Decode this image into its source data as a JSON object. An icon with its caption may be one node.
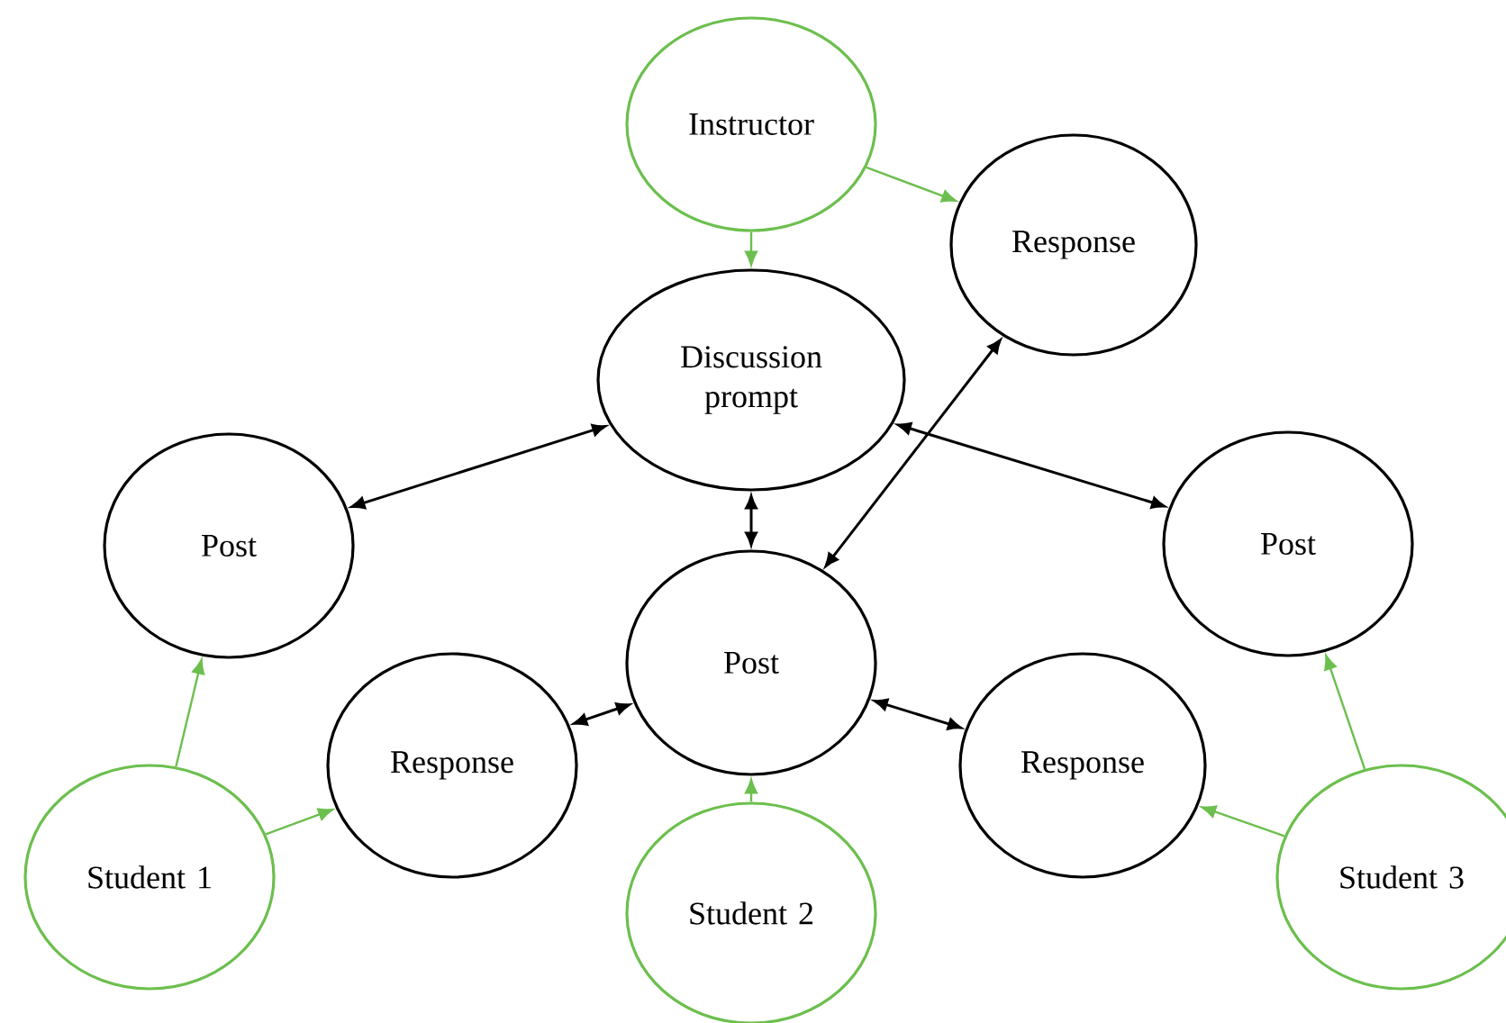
{
  "diagram": {
    "nodes": [
      {
        "text": [
          "Instructor"
        ]
      },
      {
        "text": [
          "Response"
        ]
      },
      {
        "text": [
          "Discussion prompt"
        ]
      },
      {
        "text": [
          "Post"
        ]
      },
      {
        "text": [
          "Post"
        ]
      },
      {
        "text": [
          "Post"
        ]
      },
      {
        "text": [
          "Response"
        ]
      },
      {
        "text": [
          "Response"
        ]
      },
      {
        "text": [
          "Student 1"
        ]
      },
      {
        "text": [
          "Student 2"
        ]
      },
      {
        "text": [
          "Student 3"
        ]
      }
    ],
    "edges": [
      {
        "from": 0,
        "to": 2,
        "arrow": "to"
      },
      {
        "from": 0,
        "to": 1,
        "arrow": "to"
      },
      {
        "from": 2,
        "to": 3,
        "arrow": "both",
        "color": "#000000"
      },
      {
        "from": 2,
        "to": 4,
        "arrow": "both",
        "color": "#000000"
      },
      {
        "from": 2,
        "to": 5,
        "arrow": "both",
        "color": "#000000"
      },
      {
        "from": 5,
        "to": 1,
        "arrow": "both",
        "color": "#000000"
      },
      {
        "from": 5,
        "to": 6,
        "arrow": "both",
        "color": "#000000"
      },
      {
        "from": 5,
        "to": 7,
        "arrow": "both",
        "color": "#000000"
      },
      {
        "from": 8,
        "to": 3,
        "arrow": "to"
      },
      {
        "from": 8,
        "to": 6,
        "arrow": "to"
      },
      {
        "from": 9,
        "to": 5,
        "arrow": "to"
      },
      {
        "from": 10,
        "to": 4,
        "arrow": "to"
      },
      {
        "from": 10,
        "to": 7,
        "arrow": "to"
      }
    ]
  }
}
